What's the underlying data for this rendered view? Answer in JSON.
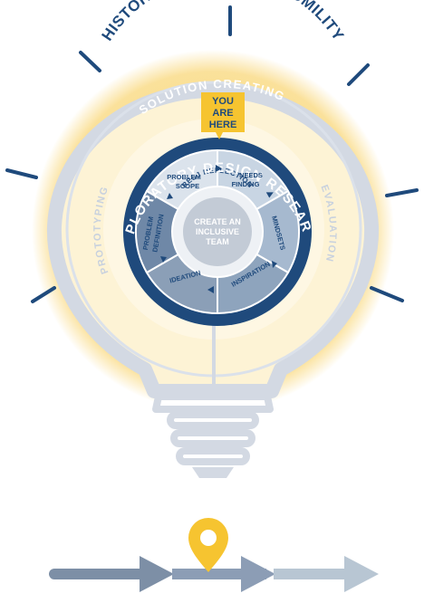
{
  "diagram": {
    "outer_title": "HISTORY, HEALING AND HUMILITY",
    "ring_label": "SOLUTION CREATING",
    "left_label": "PROTOTYPING",
    "right_label": "EVALUATION",
    "marker": {
      "line1": "YOU",
      "line2": "ARE",
      "line3": "HERE"
    },
    "inner_title": "EXPLORATORY DESIGN RESEARCH",
    "inner_ring_label": "RESJ REFLECTION",
    "center": {
      "line1": "CREATE AN",
      "line2": "INCLUSIVE",
      "line3": "TEAM"
    },
    "segments": {
      "problem_scope": {
        "line1": "PROBLEM",
        "line2": "SCOPE"
      },
      "needs_finding": {
        "line1": "NEEDS",
        "line2": "FINDING"
      },
      "mindsets": "MINDSETS",
      "inspiration": "INSPIRATION",
      "ideation": "IDEATION",
      "problem_definition": {
        "line1": "PROBLEM",
        "line2": "DEFINITION"
      }
    }
  },
  "colors": {
    "navy": "#1f4a7c",
    "bulb_outline": "#d3d9e3",
    "glow": "#f7c94a",
    "marker_yellow": "#f6c430",
    "arrow_dark": "#7d8fa6",
    "arrow_mid": "#8c9db5",
    "arrow_light": "#b8c6d3"
  }
}
